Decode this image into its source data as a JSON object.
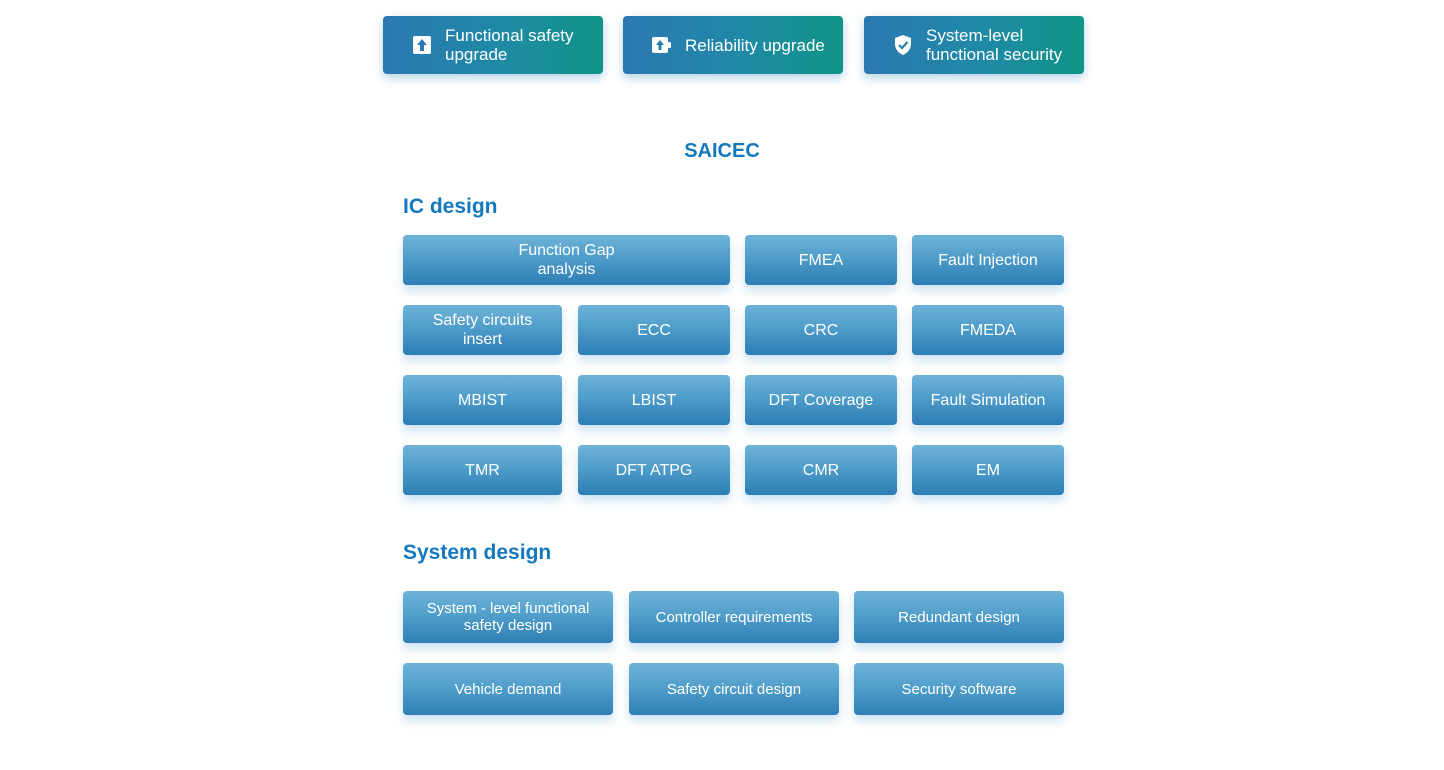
{
  "top_buttons": [
    {
      "label": "Functional safety upgrade",
      "icon": "upload-arrow-icon"
    },
    {
      "label": "Reliability upgrade",
      "icon": "battery-arrow-icon"
    },
    {
      "label": "System-level functional security",
      "icon": "shield-check-icon"
    }
  ],
  "brand": "SAICEC",
  "ic_design": {
    "title": "IC design",
    "items": [
      "Function Gap analysis",
      "FMEA",
      "Fault Injection",
      "Safety circuits insert",
      "ECC",
      "CRC",
      "FMEDA",
      "MBIST",
      "LBIST",
      "DFT Coverage",
      "Fault Simulation",
      "TMR",
      "DFT ATPG",
      "CMR",
      "EM"
    ]
  },
  "system_design": {
    "title": "System design",
    "items": [
      "System - level functional safety design",
      "Controller requirements",
      "Redundant design",
      "Vehicle demand",
      "Safety circuit design",
      "Security software"
    ]
  },
  "colors": {
    "accent": "#1478bf",
    "top_button_start": "#2a78b0",
    "top_button_end": "#0f9485",
    "tile_top": "#6fb3d8",
    "tile_bottom": "#2c7db4"
  }
}
